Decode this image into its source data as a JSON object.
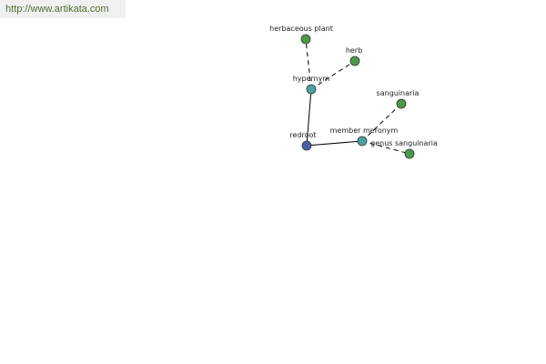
{
  "header": {
    "url": "http://www.artikata.com"
  },
  "graph": {
    "colors": {
      "root": "#4a5fa8",
      "relation": "#4aa3a3",
      "leaf": "#4a9a4a",
      "edge": "#000000"
    },
    "nodes": [
      {
        "id": "redroot",
        "label": "redroot",
        "kind": "root"
      },
      {
        "id": "hypernym",
        "label": "hypernym",
        "kind": "relation"
      },
      {
        "id": "member-meronym",
        "label": "member meronym",
        "kind": "relation"
      },
      {
        "id": "herbaceous-plant",
        "label": "herbaceous plant",
        "kind": "leaf"
      },
      {
        "id": "herb",
        "label": "herb",
        "kind": "leaf"
      },
      {
        "id": "sanguinaria",
        "label": "sanguinaria",
        "kind": "leaf"
      },
      {
        "id": "genus-sanguinaria",
        "label": "genus sanguinaria",
        "kind": "leaf"
      }
    ],
    "edges": [
      {
        "from": "redroot",
        "to": "hypernym",
        "style": "solid"
      },
      {
        "from": "redroot",
        "to": "member-meronym",
        "style": "solid"
      },
      {
        "from": "hypernym",
        "to": "herbaceous-plant",
        "style": "dashed"
      },
      {
        "from": "hypernym",
        "to": "herb",
        "style": "dashed"
      },
      {
        "from": "member-meronym",
        "to": "sanguinaria",
        "style": "dashed"
      },
      {
        "from": "member-meronym",
        "to": "genus-sanguinaria",
        "style": "dashed"
      }
    ]
  }
}
